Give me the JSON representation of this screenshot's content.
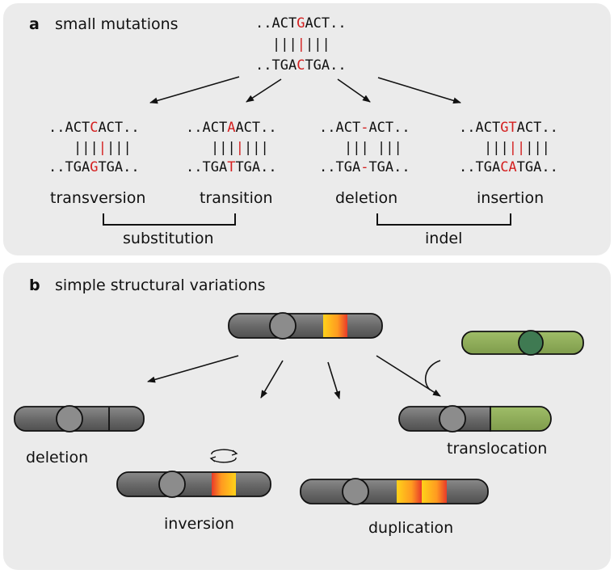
{
  "panel_a": {
    "letter": "a",
    "title": "small mutations",
    "reference": {
      "top": {
        "pre": "..ACT",
        "mut": "G",
        "post": "ACT.."
      },
      "pairs": "|||",
      "pair_red": "|",
      "pairs_post": "|||",
      "bottom": {
        "pre": "..TGA",
        "mut": "C",
        "post": "TGA.."
      }
    },
    "variants": [
      {
        "label": "transversion",
        "top": {
          "pre": "..ACT",
          "mut": "C",
          "post": "ACT.."
        },
        "pairs": {
          "pre": "|||",
          "mut": "|",
          "post": "|||"
        },
        "bottom": {
          "pre": "..TGA",
          "mut": "G",
          "post": "TGA.."
        }
      },
      {
        "label": "transition",
        "top": {
          "pre": "..ACT",
          "mut": "A",
          "post": "ACT.."
        },
        "pairs": {
          "pre": "|||",
          "mut": "|",
          "post": "|||"
        },
        "bottom": {
          "pre": "..TGA",
          "mut": "T",
          "post": "TGA.."
        }
      },
      {
        "label": "deletion",
        "top": {
          "pre": "..ACT",
          "mut": "-",
          "post": "ACT.."
        },
        "pairs": {
          "pre": "|||",
          "mut": " ",
          "post": "|||"
        },
        "bottom": {
          "pre": "..TGA",
          "mut": "-",
          "post": "TGA.."
        }
      },
      {
        "label": "insertion",
        "top": {
          "pre": "..ACT",
          "mut": "GT",
          "post": "ACT.."
        },
        "pairs": {
          "pre": "|||",
          "mut": "||",
          "post": "|||"
        },
        "bottom": {
          "pre": "..TGA",
          "mut": "CA",
          "post": "TGA.."
        }
      }
    ],
    "groups": {
      "substitution": "substitution",
      "indel": "indel"
    }
  },
  "panel_b": {
    "letter": "b",
    "title": "simple structural variations",
    "labels": {
      "deletion": "deletion",
      "inversion": "inversion",
      "duplication": "duplication",
      "translocation": "translocation"
    },
    "colors": {
      "chromosome": "#6a6a6a",
      "centromere": "#8c8c8c",
      "green": "#8fad5a",
      "green_centromere": "#3f7a52",
      "mutation_start": "#ffd21a",
      "mutation_end": "#e83a2a",
      "mutation_red": "#d42020"
    }
  }
}
